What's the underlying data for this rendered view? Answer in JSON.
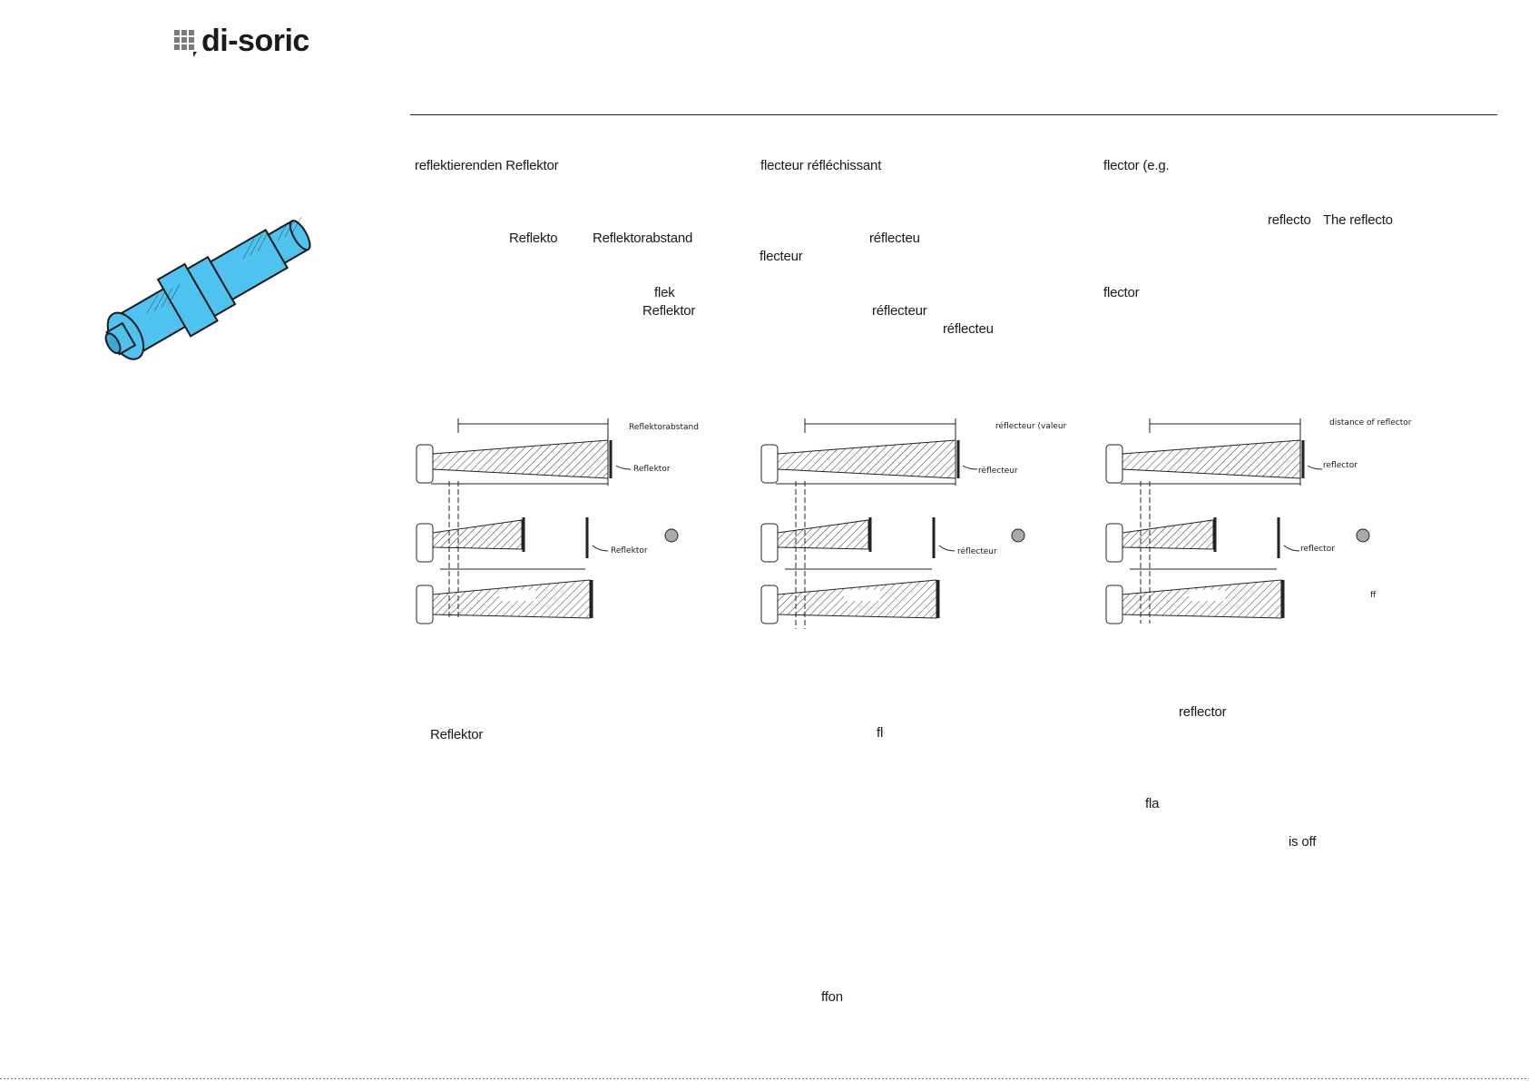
{
  "header": {
    "logo_text": "di-soric",
    "logo_icon": "grid-squares-icon",
    "product_image": "cylindrical-sensor-image",
    "accent_color": "#3dbde8"
  },
  "columns": {
    "de": {
      "lines": [
        "reflektierenden Reflektor",
        "Reflekto",
        "Reflektorabstand",
        "flek",
        "Reflektor",
        "Reflektor"
      ],
      "diagram": {
        "distance_label": "Reflektorabstand",
        "reflector_label": "Reflektor",
        "reflector_label_2": "Reflektor"
      }
    },
    "fr": {
      "lines": [
        "flecteur réfléchissant",
        "réflecteu",
        "flecteur",
        "réflecteur",
        "réflecteu",
        "fl",
        "ffon"
      ],
      "diagram": {
        "distance_label": "réflecteur (valeur",
        "reflector_label": "réflecteur",
        "reflector_label_2": "réflecteur"
      }
    },
    "en": {
      "lines": [
        "flector (e.g.",
        "reflecto",
        "The reflecto",
        "flector",
        "reflector",
        "fla",
        "is off"
      ],
      "diagram": {
        "distance_label": "distance of reflector",
        "reflector_label": "reflector",
        "reflector_label_2": "reflector",
        "extra_label": "ff"
      }
    }
  }
}
